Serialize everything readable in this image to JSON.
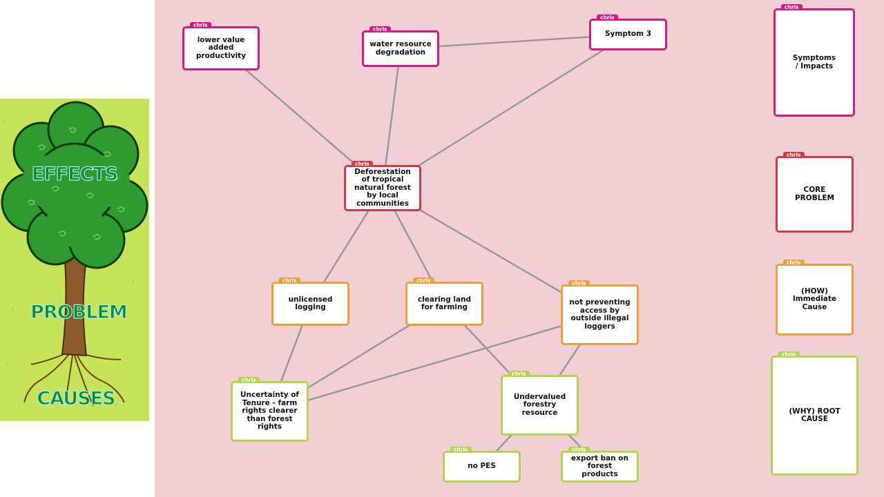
{
  "tree_panel": {
    "effects_label": "EFFECTS",
    "problem_label": "PROBLEM",
    "causes_label": "CAUSES"
  },
  "author_tag": "chris",
  "colors": {
    "symptom": "#d6197f",
    "core_problem": "#d13a45",
    "immediate_cause": "#ef9f3a",
    "root_cause": "#b3d44e",
    "canvas_background": "#f0d0d4",
    "link": "#999999"
  },
  "cards": {
    "lower_value": "lower value added productivity",
    "water": "water resource degradation",
    "symptom3": "Symptom 3",
    "core": "Deforestation of tropical natural forest by local communities",
    "unlicensed": "unlicensed logging",
    "clearing": "clearing land for farming",
    "not_preventing": "not preventing access by outside illegal loggers",
    "uncertainty": "Uncertainty of Tenure - farm rights clearer than forest rights",
    "undervalued": "Undervalued forestry resource",
    "no_pes": "no PES",
    "export_ban": "export ban on forest products"
  },
  "legend": {
    "symptoms": "Symptoms / Impacts",
    "core": "CORE PROBLEM",
    "immediate": "(HOW) Immediate Cause",
    "root": "(WHY) ROOT CAUSE"
  },
  "links": [
    [
      "core",
      "lower_value"
    ],
    [
      "core",
      "water"
    ],
    [
      "core",
      "symptom3"
    ],
    [
      "water",
      "symptom3"
    ],
    [
      "core",
      "unlicensed"
    ],
    [
      "core",
      "clearing"
    ],
    [
      "core",
      "not_preventing"
    ],
    [
      "unlicensed",
      "uncertainty"
    ],
    [
      "clearing",
      "uncertainty"
    ],
    [
      "not_preventing",
      "uncertainty"
    ],
    [
      "clearing",
      "undervalued"
    ],
    [
      "not_preventing",
      "undervalued"
    ],
    [
      "undervalued",
      "no_pes"
    ],
    [
      "undervalued",
      "export_ban"
    ]
  ]
}
